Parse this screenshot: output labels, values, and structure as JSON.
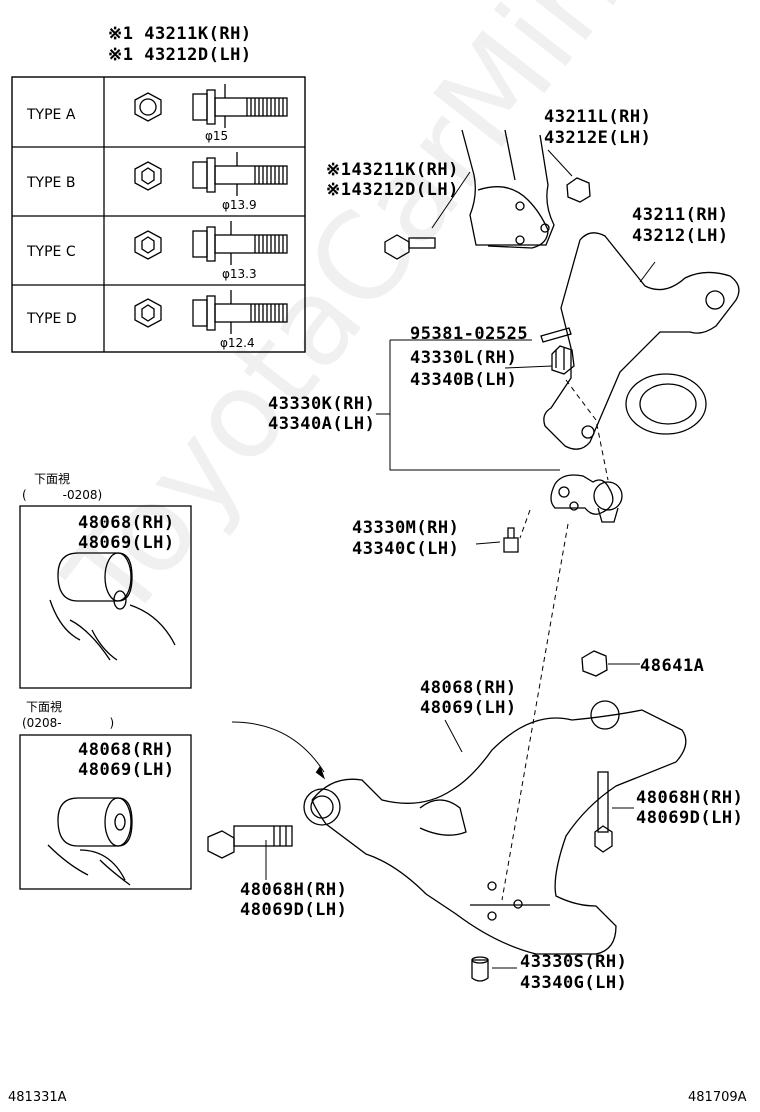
{
  "watermark": "ToyotaCarMine.ru",
  "bolt_table": {
    "header_lines": [
      "※1 43211K(RH)",
      "※1 43212D(LH)"
    ],
    "rows": [
      {
        "type": "TYPE A",
        "diameter": "φ15"
      },
      {
        "type": "TYPE B",
        "diameter": "φ13.9"
      },
      {
        "type": "TYPE C",
        "diameter": "φ13.3"
      },
      {
        "type": "TYPE D",
        "diameter": "φ12.4"
      }
    ]
  },
  "inset_top": {
    "view_label": "下面視",
    "period": "(　　　-0208)",
    "part_rh": "48068(RH)",
    "part_lh": "48069(LH)"
  },
  "inset_bottom": {
    "view_label": "下面視",
    "period": "(0208-　　　　)",
    "part_rh": "48068(RH)",
    "part_lh": "48069(LH)"
  },
  "labels": {
    "nut_43211L": "43211L(RH)",
    "nut_43212E": "43212E(LH)",
    "bolt_43211K": "※143211K(RH)",
    "bolt_43212D": "※143212D(LH)",
    "knuckle_rh": "43211(RH)",
    "knuckle_lh": "43212(LH)",
    "pin": "95381-02525",
    "nut_43330L": "43330L(RH)",
    "nut_43340B": "43340B(LH)",
    "joint_43330K": "43330K(RH)",
    "joint_43340A": "43340A(LH)",
    "bolt_43330M": "43330M(RH)",
    "bolt_43340C": "43340C(LH)",
    "nut_48641A": "48641A",
    "arm_rh": "48068(RH)",
    "arm_lh": "48069(LH)",
    "bolt_r_rh": "48068H(RH)",
    "bolt_r_lh": "48069D(LH)",
    "bolt_l_rh": "48068H(RH)",
    "bolt_l_lh": "48069D(LH)",
    "bush_rh": "43330S(RH)",
    "bush_lh": "43340G(LH)"
  },
  "footer": {
    "left_code": "481331A",
    "right_code": "481709A"
  }
}
